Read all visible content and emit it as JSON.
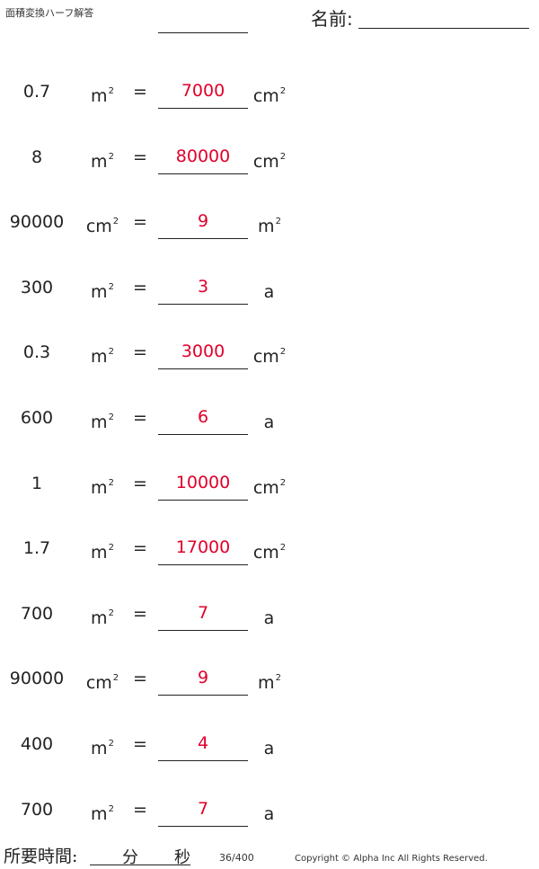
{
  "header": {
    "title": "面積変換ハーフ解答",
    "name_label": "名前:",
    "name_dot": "."
  },
  "problems": [
    {
      "value": "0.7",
      "from_unit": "m",
      "from_sq": "2",
      "equals": "=",
      "answer": "7000",
      "to_unit": "cm",
      "to_sq": "2"
    },
    {
      "value": "8",
      "from_unit": "m",
      "from_sq": "2",
      "equals": "=",
      "answer": "80000",
      "to_unit": "cm",
      "to_sq": "2"
    },
    {
      "value": "90000",
      "from_unit": "cm",
      "from_sq": "2",
      "equals": "=",
      "answer": "9",
      "to_unit": "m",
      "to_sq": "2"
    },
    {
      "value": "300",
      "from_unit": "m",
      "from_sq": "2",
      "equals": "=",
      "answer": "3",
      "to_unit": "a",
      "to_sq": ""
    },
    {
      "value": "0.3",
      "from_unit": "m",
      "from_sq": "2",
      "equals": "=",
      "answer": "3000",
      "to_unit": "cm",
      "to_sq": "2"
    },
    {
      "value": "600",
      "from_unit": "m",
      "from_sq": "2",
      "equals": "=",
      "answer": "6",
      "to_unit": "a",
      "to_sq": ""
    },
    {
      "value": "1",
      "from_unit": "m",
      "from_sq": "2",
      "equals": "=",
      "answer": "10000",
      "to_unit": "cm",
      "to_sq": "2"
    },
    {
      "value": "1.7",
      "from_unit": "m",
      "from_sq": "2",
      "equals": "=",
      "answer": "17000",
      "to_unit": "cm",
      "to_sq": "2"
    },
    {
      "value": "700",
      "from_unit": "m",
      "from_sq": "2",
      "equals": "=",
      "answer": "7",
      "to_unit": "a",
      "to_sq": ""
    },
    {
      "value": "90000",
      "from_unit": "cm",
      "from_sq": "2",
      "equals": "=",
      "answer": "9",
      "to_unit": "m",
      "to_sq": "2"
    },
    {
      "value": "400",
      "from_unit": "m",
      "from_sq": "2",
      "equals": "=",
      "answer": "4",
      "to_unit": "a",
      "to_sq": ""
    },
    {
      "value": "700",
      "from_unit": "m",
      "from_sq": "2",
      "equals": "=",
      "answer": "7",
      "to_unit": "a",
      "to_sq": ""
    }
  ],
  "footer": {
    "time_label": "所要時間:",
    "minutes_label": "分",
    "seconds_label": "秒",
    "page": "36/400",
    "copyright": "Copyright © Alpha Inc All Rights Reserved."
  },
  "colors": {
    "answer": "#e0002a",
    "ink": "#222222"
  }
}
